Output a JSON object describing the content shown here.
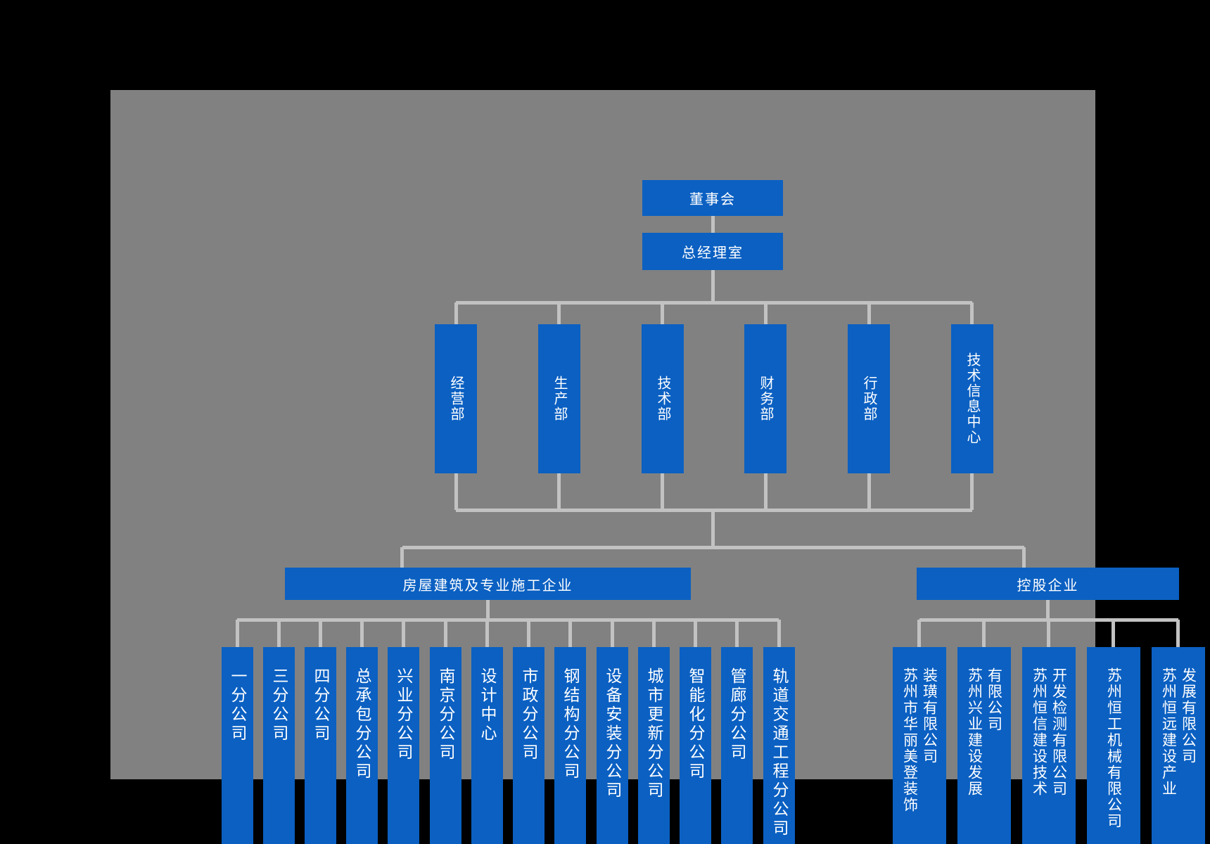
{
  "org": {
    "board": "董事会",
    "gm_office": "总经理室",
    "departments": [
      "经营部",
      "生产部",
      "技术部",
      "财务部",
      "行政部",
      "技术信息中心"
    ],
    "group_left": "房屋建筑及专业施工企业",
    "group_right": "控股企业",
    "left_children": [
      "一分公司",
      "三分公司",
      "四分公司",
      "总承包分公司",
      "兴业分公司",
      "南京分公司",
      "设计中心",
      "市政分公司",
      "钢结构分公司",
      "设备安装分公司",
      "城市更新分公司",
      "智能化分公司",
      "管廊分公司",
      "轨道交通工程分公司"
    ],
    "right_children": [
      {
        "label": "苏州市华丽美登装饰装璜有限公司",
        "lines": [
          "苏州市华丽美登装饰",
          "装璜有限公司"
        ]
      },
      {
        "label": "苏州兴业建设发展有限公司",
        "lines": [
          "苏州兴业建设发展",
          "有限公司"
        ]
      },
      {
        "label": "苏州恒信建设技术开发检测有限公司",
        "lines": [
          "苏州恒信建设技术",
          "开发检测有限公司"
        ]
      },
      {
        "label": "苏州恒工机械有限公司",
        "lines": [
          "苏州恒工机械有限公司"
        ]
      },
      {
        "label": "苏州恒远建设产业发展有限公司",
        "lines": [
          "苏州恒远建设产业",
          "发展有限公司"
        ]
      }
    ],
    "colors": {
      "background": "#000000",
      "panel_gray": "#818181",
      "node_blue": "#0b60c2",
      "connector_gray": "#c2c2c2",
      "text_white": "#ffffff"
    }
  }
}
